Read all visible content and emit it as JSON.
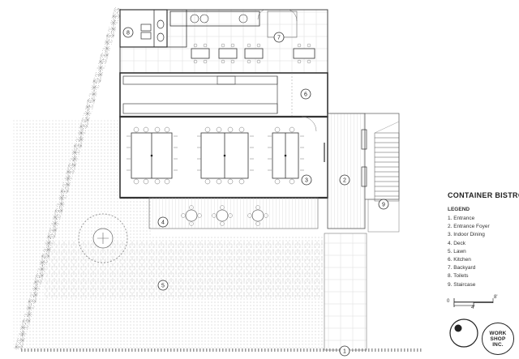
{
  "drawing": {
    "title": "CONTAINER BISTRO",
    "legend_heading": "LEGEND",
    "legend_items": [
      "1. Entrance",
      "2. Entrance Foyer",
      "3. Indoor Dining",
      "4. Deck",
      "5. Lawn",
      "6. Kitchen",
      "7. Backyard",
      "8. Toilets",
      "9. Staircase"
    ],
    "scale": {
      "zero": "0",
      "major": "8'",
      "minor": "4'"
    },
    "north_arrow_icon": "north-arrow-icon",
    "logo_lines": [
      "WORK",
      "SHOP",
      "INC."
    ]
  },
  "plan_labels": [
    {
      "id": "1",
      "name": "entrance"
    },
    {
      "id": "2",
      "name": "entrance-foyer"
    },
    {
      "id": "3",
      "name": "indoor-dining"
    },
    {
      "id": "4",
      "name": "deck"
    },
    {
      "id": "5",
      "name": "lawn"
    },
    {
      "id": "6",
      "name": "kitchen"
    },
    {
      "id": "7",
      "name": "backyard"
    },
    {
      "id": "8",
      "name": "toilets"
    },
    {
      "id": "9",
      "name": "staircase"
    }
  ],
  "colors": {
    "line": "#333333",
    "light_line": "#9a9a9a",
    "hatch": "#b8b8b8",
    "hedge": "#8a8a8a"
  }
}
